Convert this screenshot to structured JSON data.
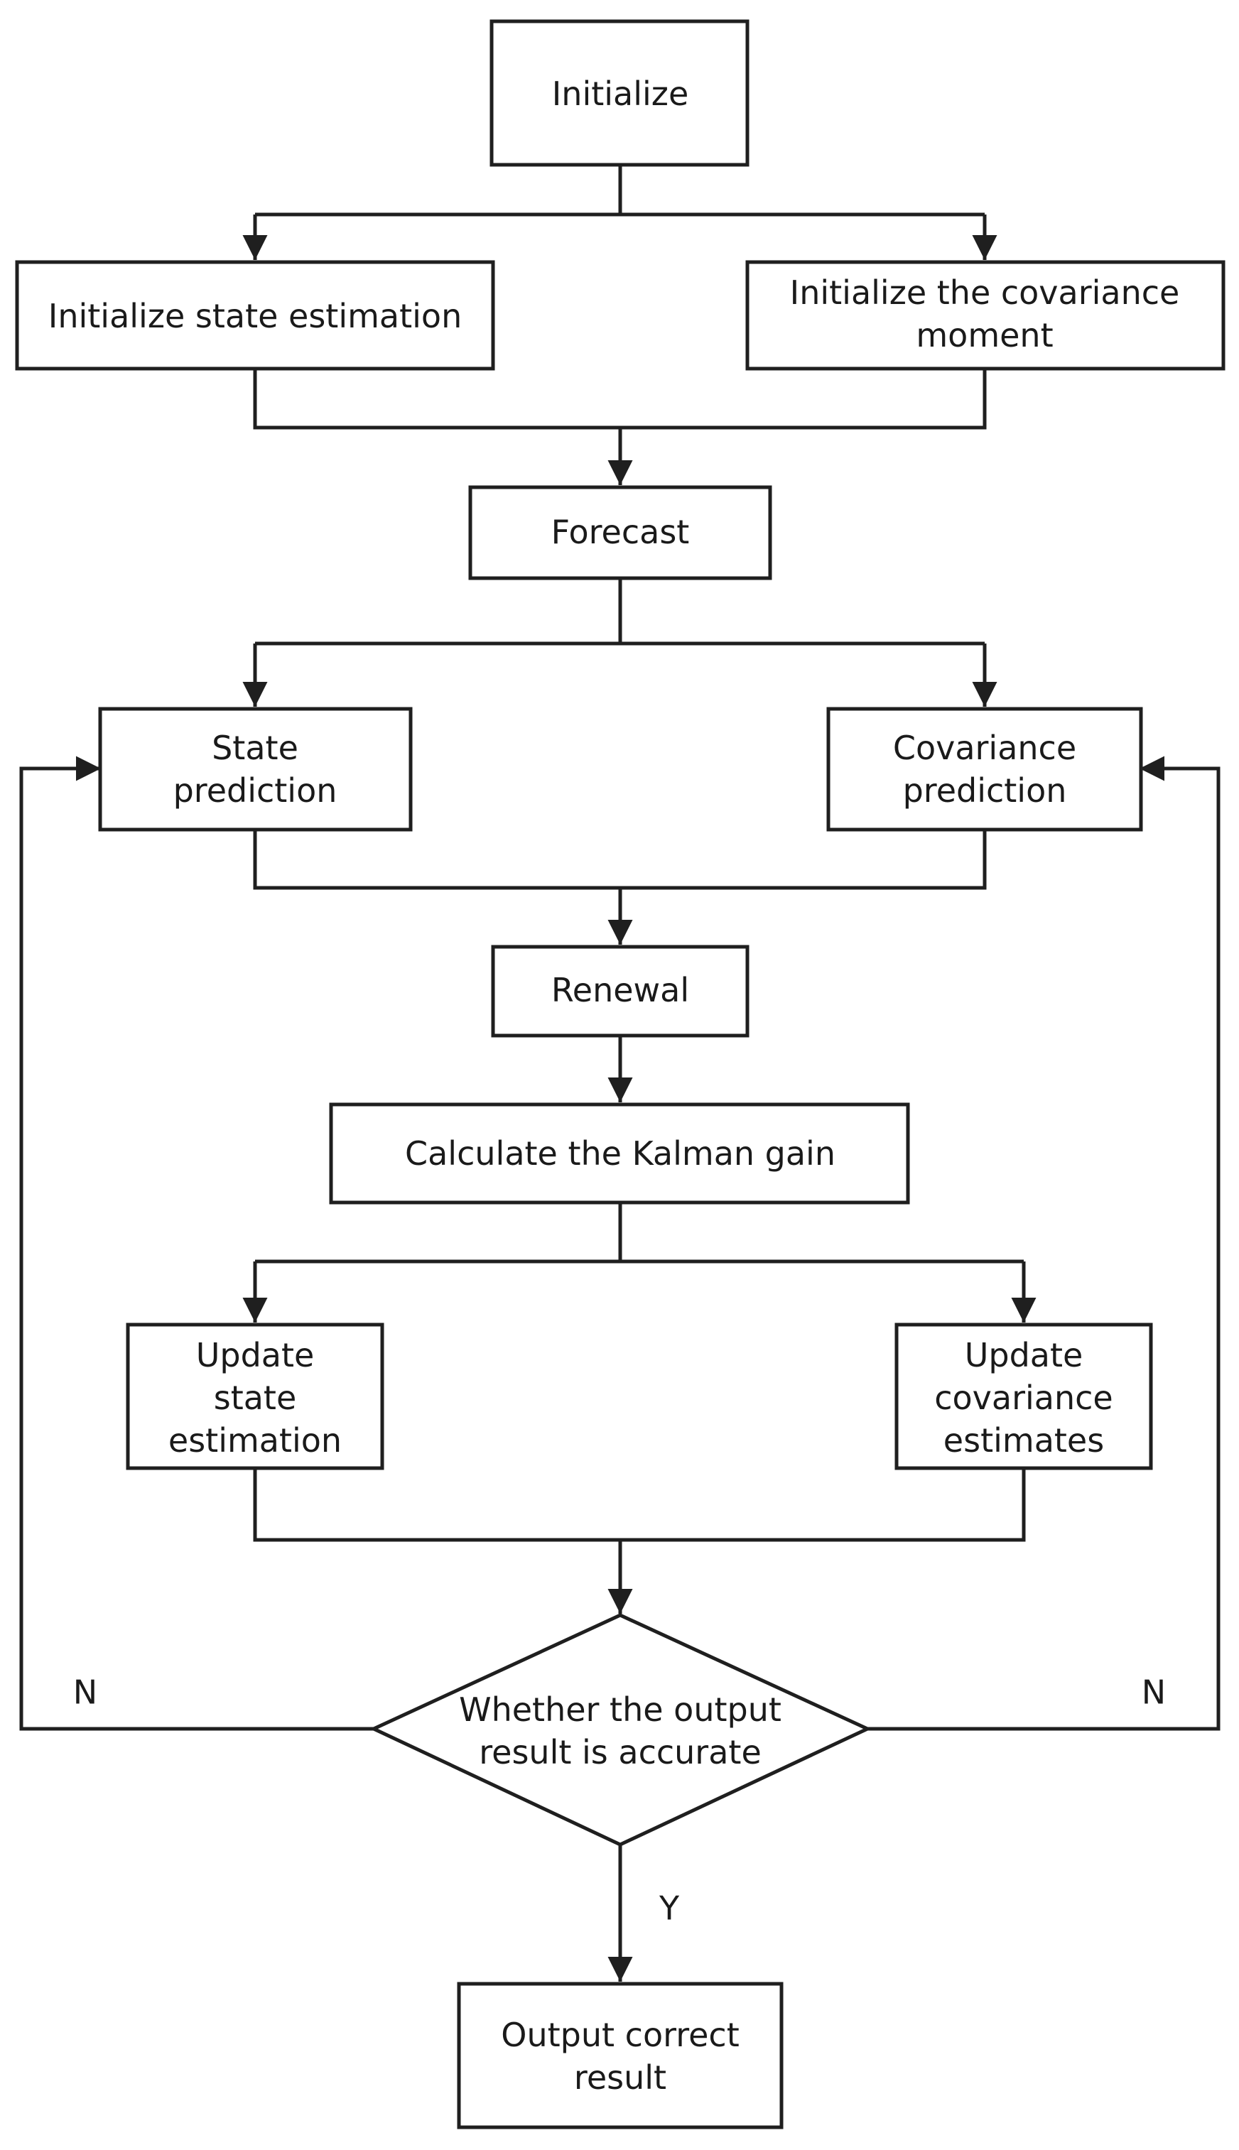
{
  "nodes": {
    "initialize": {
      "lines": [
        "Initialize"
      ]
    },
    "init_state": {
      "lines": [
        "Initialize state estimation"
      ]
    },
    "init_cov": {
      "lines": [
        "Initialize the covariance",
        "moment"
      ]
    },
    "forecast": {
      "lines": [
        "Forecast"
      ]
    },
    "state_pred": {
      "lines": [
        "State",
        "prediction"
      ]
    },
    "cov_pred": {
      "lines": [
        "Covariance",
        "prediction"
      ]
    },
    "renewal": {
      "lines": [
        "Renewal"
      ]
    },
    "kalman_gain": {
      "lines": [
        "Calculate the Kalman gain"
      ]
    },
    "update_state": {
      "lines": [
        "Update",
        "state",
        "estimation"
      ]
    },
    "update_cov": {
      "lines": [
        "Update",
        "covariance",
        "estimates"
      ]
    },
    "decision": {
      "lines": [
        "Whether the output",
        "result is accurate"
      ]
    },
    "output": {
      "lines": [
        "Output correct",
        "result"
      ]
    }
  },
  "labels": {
    "no_left": "N",
    "no_right": "N",
    "yes": "Y"
  },
  "colors": {
    "stroke": "#1f1f1f",
    "fill": "#ffffff",
    "text": "#1a1a1a"
  }
}
